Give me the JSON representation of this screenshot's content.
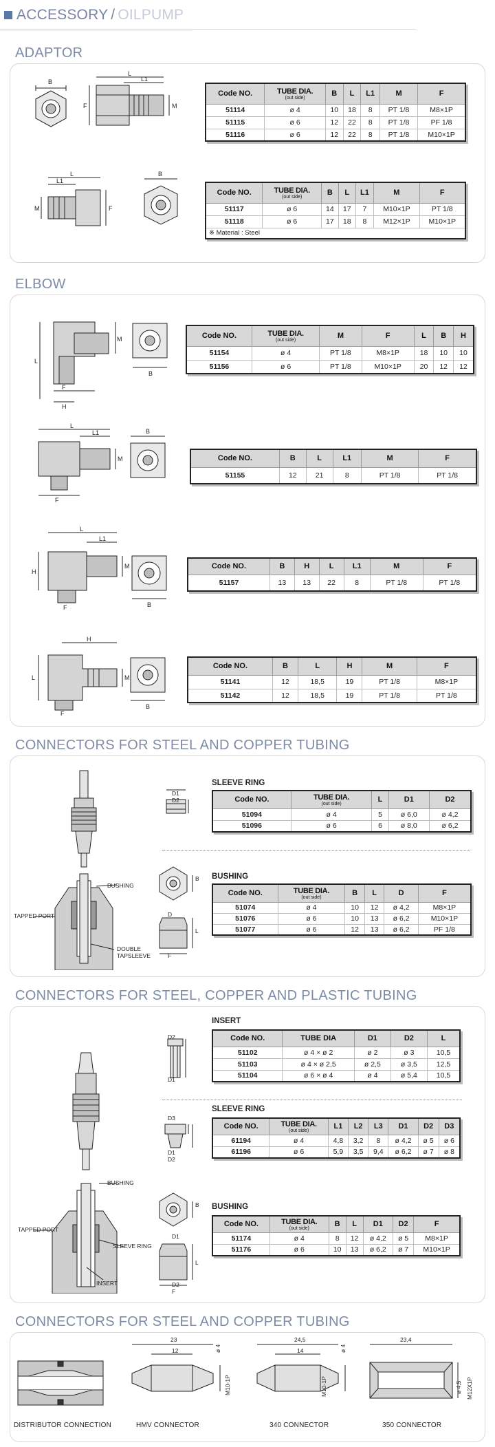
{
  "breadcrumb": {
    "main": "ACCESSORY",
    "separator": "/",
    "sub": "OILPUMP"
  },
  "sections": {
    "adaptor": "ADAPTOR",
    "elbow": "ELBOW",
    "conn1": "CONNECTORS FOR STEEL AND COPPER TUBING",
    "conn2": "CONNECTORS FOR STEEL, COPPER AND PLASTIC TUBING",
    "conn3": "CONNECTORS FOR STEEL AND COPPER TUBING"
  },
  "labels": {
    "code_no": "Code NO.",
    "tube_dia": "TUBE DIA.",
    "tube_dia_plain": "TUBE DIA",
    "out_side": "(out side)",
    "B": "B",
    "L": "L",
    "L1": "L1",
    "L2": "L2",
    "L3": "L3",
    "M": "M",
    "F": "F",
    "H": "H",
    "D": "D",
    "D1": "D1",
    "D2": "D2",
    "D3": "D3"
  },
  "adaptor": {
    "table1": [
      [
        "51114",
        "ø 4",
        "10",
        "18",
        "8",
        "PT 1/8",
        "M8×1P"
      ],
      [
        "51115",
        "ø 6",
        "12",
        "22",
        "8",
        "PT 1/8",
        "PF 1/8"
      ],
      [
        "51116",
        "ø 6",
        "12",
        "22",
        "8",
        "PT 1/8",
        "M10×1P"
      ]
    ],
    "table2": [
      [
        "51117",
        "ø 6",
        "14",
        "17",
        "7",
        "M10×1P",
        "PT 1/8"
      ],
      [
        "51118",
        "ø 6",
        "17",
        "18",
        "8",
        "M12×1P",
        "M10×1P"
      ]
    ],
    "material_note": "※ Material : Steel"
  },
  "elbow": {
    "table1": [
      [
        "51154",
        "ø 4",
        "PT 1/8",
        "M8×1P",
        "18",
        "10",
        "10"
      ],
      [
        "51156",
        "ø 6",
        "PT 1/8",
        "M10×1P",
        "20",
        "12",
        "12"
      ]
    ],
    "table2": [
      [
        "51155",
        "12",
        "21",
        "8",
        "PT 1/8",
        "PT 1/8"
      ]
    ],
    "table3": [
      [
        "51157",
        "13",
        "13",
        "22",
        "8",
        "PT 1/8",
        "PT 1/8"
      ]
    ],
    "table4": [
      [
        "51141",
        "12",
        "18,5",
        "19",
        "PT 1/8",
        "M8×1P"
      ],
      [
        "51142",
        "12",
        "18,5",
        "19",
        "PT 1/8",
        "PT 1/8"
      ]
    ]
  },
  "conn1": {
    "sleeve_ring_title": "SLEEVE RING",
    "sleeve_ring": [
      [
        "51094",
        "ø 4",
        "5",
        "ø 6,0",
        "ø 4,2"
      ],
      [
        "51096",
        "ø 6",
        "6",
        "ø 8,0",
        "ø 6,2"
      ]
    ],
    "bushing_title": "BUSHING",
    "bushing": [
      [
        "51074",
        "ø 4",
        "10",
        "12",
        "ø 4,2",
        "M8×1P"
      ],
      [
        "51076",
        "ø 6",
        "10",
        "13",
        "ø 6,2",
        "M10×1P"
      ],
      [
        "51077",
        "ø 6",
        "12",
        "13",
        "ø 6,2",
        "PF 1/8"
      ]
    ],
    "callouts": {
      "bushing": "BUSHING",
      "tapped_port": "TAPPED PORT",
      "double1": "DOUBLE",
      "double2": "TAPSLEEVE"
    }
  },
  "conn2": {
    "insert_title": "INSERT",
    "insert": [
      [
        "51102",
        "ø 4 × ø 2",
        "ø 2",
        "ø 3",
        "10,5"
      ],
      [
        "51103",
        "ø 4 × ø 2,5",
        "ø 2,5",
        "ø 3,5",
        "12,5"
      ],
      [
        "51104",
        "ø 6 × ø 4",
        "ø 4",
        "ø 5,4",
        "10,5"
      ]
    ],
    "sleeve_ring_title": "SLEEVE RING",
    "sleeve_ring": [
      [
        "61194",
        "ø 4",
        "4,8",
        "3,2",
        "8",
        "ø 4,2",
        "ø 5",
        "ø 6"
      ],
      [
        "61196",
        "ø 6",
        "5,9",
        "3,5",
        "9,4",
        "ø 6,2",
        "ø 7",
        "ø 8"
      ]
    ],
    "bushing_title": "BUSHING",
    "bushing": [
      [
        "51174",
        "ø 4",
        "8",
        "12",
        "ø 4,2",
        "ø 5",
        "M8×1P"
      ],
      [
        "51176",
        "ø 6",
        "10",
        "13",
        "ø 6,2",
        "ø 7",
        "M10×1P"
      ]
    ],
    "callouts": {
      "bushing": "BUSHING",
      "tapped_port": "TAPPED PORT",
      "sleeve_ring": "SLEEVE RING",
      "insert": "INSERT"
    }
  },
  "conn3": {
    "captions": [
      "DISTRIBUTOR CONNECTION",
      "HMV CONNECTOR",
      "340 CONNECTOR",
      "350 CONNECTOR"
    ],
    "dims": {
      "hmv_total": "23",
      "hmv_inner": "12",
      "hmv_d": "ø 4",
      "hmv_m": "M10-1P",
      "c340_total": "24,5",
      "c340_inner": "14",
      "c340_d": "ø 4",
      "c340_m": "M10-1P",
      "c350_total": "23,4",
      "c350_d": "ø 4,5",
      "c350_m": "M12X1P"
    }
  }
}
